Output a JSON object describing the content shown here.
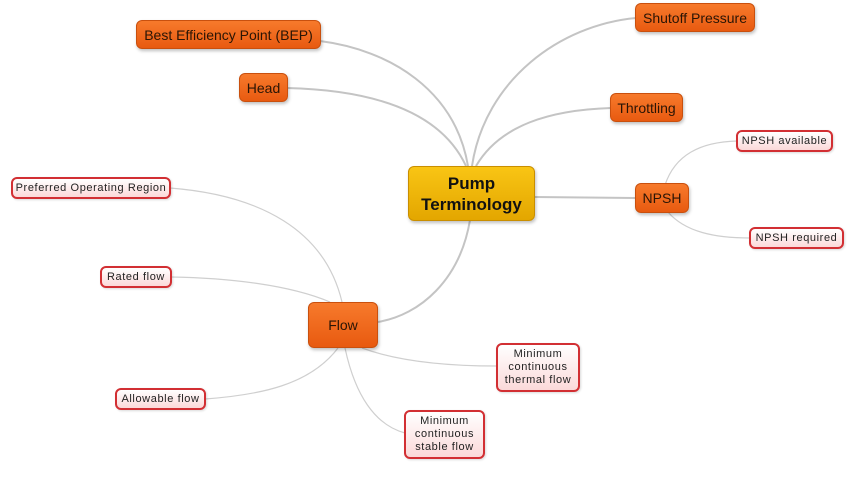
{
  "diagram": {
    "title": "Pump Terminology",
    "type": "mind-map",
    "colors": {
      "root_fill": "#f2b40a",
      "main_fill": "#ef6a1e",
      "leaf_border": "#d22f33",
      "leaf_fill": "#fde4e4",
      "link": "#c8c8c8"
    },
    "root": {
      "label": "Pump\nTerminology"
    },
    "branches": [
      {
        "id": "bep",
        "label": "Best Efficiency Point (BEP)"
      },
      {
        "id": "head",
        "label": "Head"
      },
      {
        "id": "shutoff",
        "label": "Shutoff Pressure"
      },
      {
        "id": "throttling",
        "label": "Throttling"
      },
      {
        "id": "npsh",
        "label": "NPSH",
        "children": [
          {
            "id": "npsh-available",
            "label": "NPSH available"
          },
          {
            "id": "npsh-required",
            "label": "NPSH required"
          }
        ]
      },
      {
        "id": "flow",
        "label": "Flow",
        "children": [
          {
            "id": "preferred-operating-region",
            "label": "Preferred Operating Region"
          },
          {
            "id": "rated-flow",
            "label": "Rated flow"
          },
          {
            "id": "allowable-flow",
            "label": "Allowable flow"
          },
          {
            "id": "min-thermal-flow",
            "label": "Minimum\ncontinuous\nthermal flow"
          },
          {
            "id": "min-stable-flow",
            "label": "Minimum\ncontinuous\nstable flow"
          }
        ]
      }
    ]
  }
}
